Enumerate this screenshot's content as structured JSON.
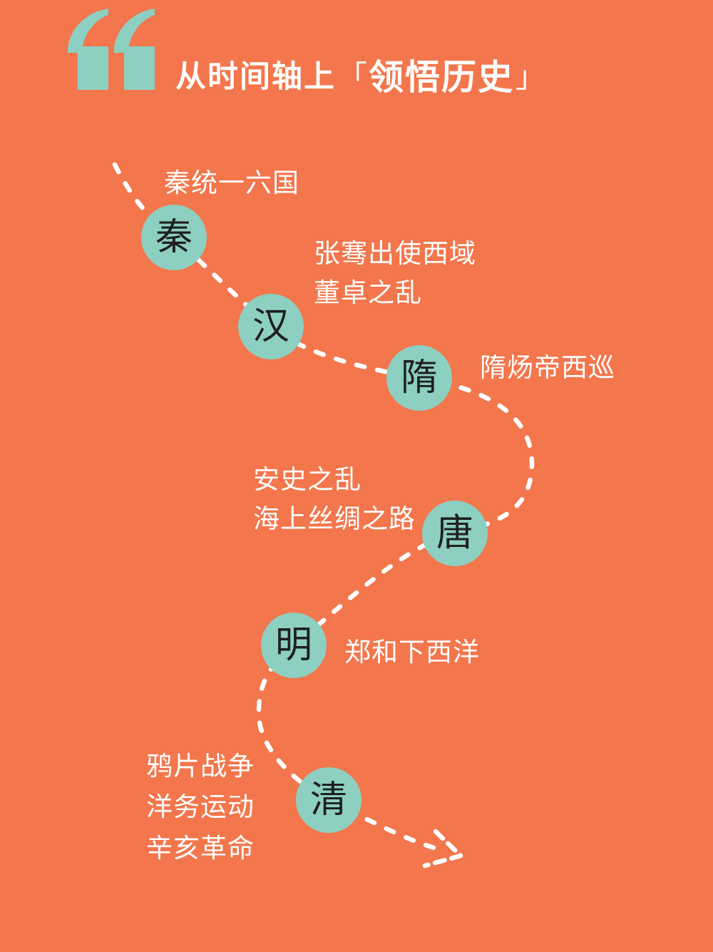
{
  "colors": {
    "background": "#F3764C",
    "accent_teal": "#8DCFC1",
    "node_text": "#1F1F1F",
    "label_text": "#FFFFFF"
  },
  "header": {
    "quote_icon": "opening-double-quote-icon",
    "title": {
      "prefix": "从时间轴上",
      "bracket_open": "「",
      "highlight": "领悟历史",
      "bracket_close": "」"
    }
  },
  "timeline": {
    "type": "winding-dashed-timeline",
    "nodes": [
      {
        "dynasty": "秦",
        "events": [
          "秦统一六国"
        ]
      },
      {
        "dynasty": "汉",
        "events": [
          "张骞出使西域",
          "董卓之乱"
        ]
      },
      {
        "dynasty": "隋",
        "events": [
          "隋炀帝西巡"
        ]
      },
      {
        "dynasty": "唐",
        "events": [
          "安史之乱",
          "海上丝绸之路"
        ]
      },
      {
        "dynasty": "明",
        "events": [
          "郑和下西洋"
        ]
      },
      {
        "dynasty": "清",
        "events": [
          "鸦片战争",
          "洋务运动",
          "辛亥革命"
        ]
      }
    ]
  }
}
